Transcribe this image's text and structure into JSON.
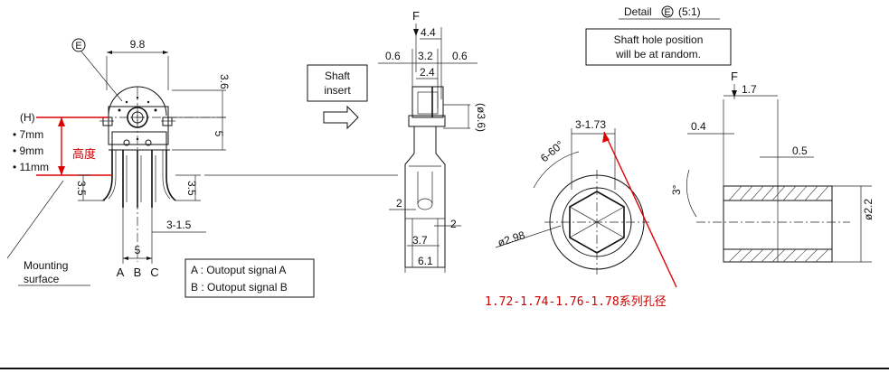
{
  "left_view": {
    "detail_marker": "E",
    "dim_top_width": "9.8",
    "dim_36": "3.6",
    "dim_5_right": "5",
    "dim_35_left": "3.5",
    "dim_35_right": "3.5",
    "dim_315": "3-1.5",
    "dim_5_bottom": "5",
    "height_label": "(H)",
    "height_options": [
      "• 7mm",
      "• 9mm",
      "• 11mm"
    ],
    "height_chinese": "高度",
    "pin_labels": [
      "A",
      "B",
      "C"
    ],
    "mounting_surface": [
      "Mounting",
      "surface"
    ]
  },
  "signal_legend": {
    "line_a": "A : Outoput signal A",
    "line_b": "B : Outoput signal B"
  },
  "shaft_insert": {
    "label_line1": "Shaft",
    "label_line2": "insert"
  },
  "middle_view": {
    "f_mark": "F",
    "dim_44": "4.4",
    "dim_06_left": "0.6",
    "dim_32": "3.2",
    "dim_06_right": "0.6",
    "dim_24": "2.4",
    "dim_phi36": "(ø3.6)",
    "dim_2_left": "2",
    "dim_2_right": "2",
    "dim_37": "3.7",
    "dim_61": "6.1"
  },
  "detail": {
    "title": "Detail",
    "marker": "E",
    "scale": "(5:1)",
    "note_line1": "Shaft hole position",
    "note_line2": "will be at random.",
    "dim_3173": "3-1.73",
    "dim_660": "6-60°",
    "dim_phi298": "ø2.98",
    "f_mark": "F",
    "dim_17": "1.7",
    "dim_04": "0.4",
    "dim_05": "0.5",
    "dim_3deg": "3°",
    "dim_phi22": "ø2.2"
  },
  "annotation": {
    "series_text": "1.72-1.74-1.76-1.78系列孔径",
    "accent_color": "#e00000"
  }
}
